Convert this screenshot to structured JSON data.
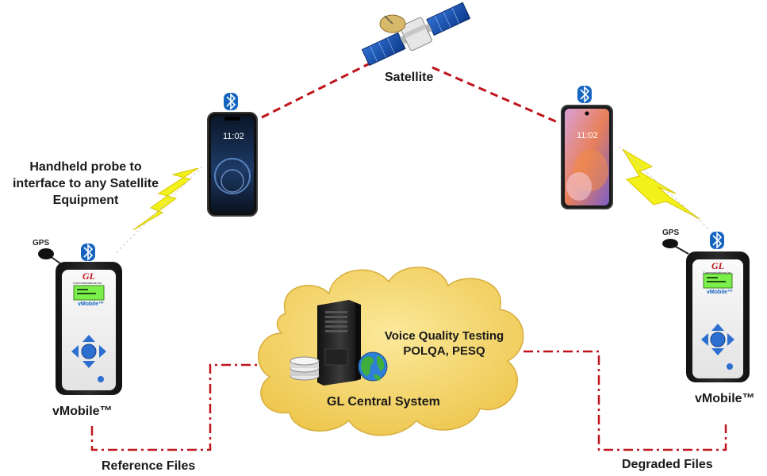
{
  "labels": {
    "satellite": "Satellite",
    "handheld_probe": [
      "Handheld probe to",
      "interface to any Satellite",
      "Equipment"
    ],
    "vmobile_left": "vMobile™",
    "vmobile_right": "vMobile™",
    "voice_quality_line1": "Voice Quality Testing",
    "voice_quality_line2": "POLQA, PESQ",
    "central_system": "GL Central System",
    "reference_files": "Reference Files",
    "degraded_files": "Degraded Files",
    "gps_left": "GPS",
    "gps_right": "GPS"
  },
  "devices": {
    "phone_left_time": "11:02",
    "phone_right_time": "11:02",
    "vmobile_brand": "GL",
    "vmobile_sub": "Communications Inc.",
    "vmobile_screen_label": "vMobile™"
  },
  "colors": {
    "link_dash": "#c0141b",
    "cloud": "#f3d56b",
    "lightning": "#f2f21a",
    "bluetooth": "#1565c0",
    "screen_green": "#7cf04a"
  }
}
